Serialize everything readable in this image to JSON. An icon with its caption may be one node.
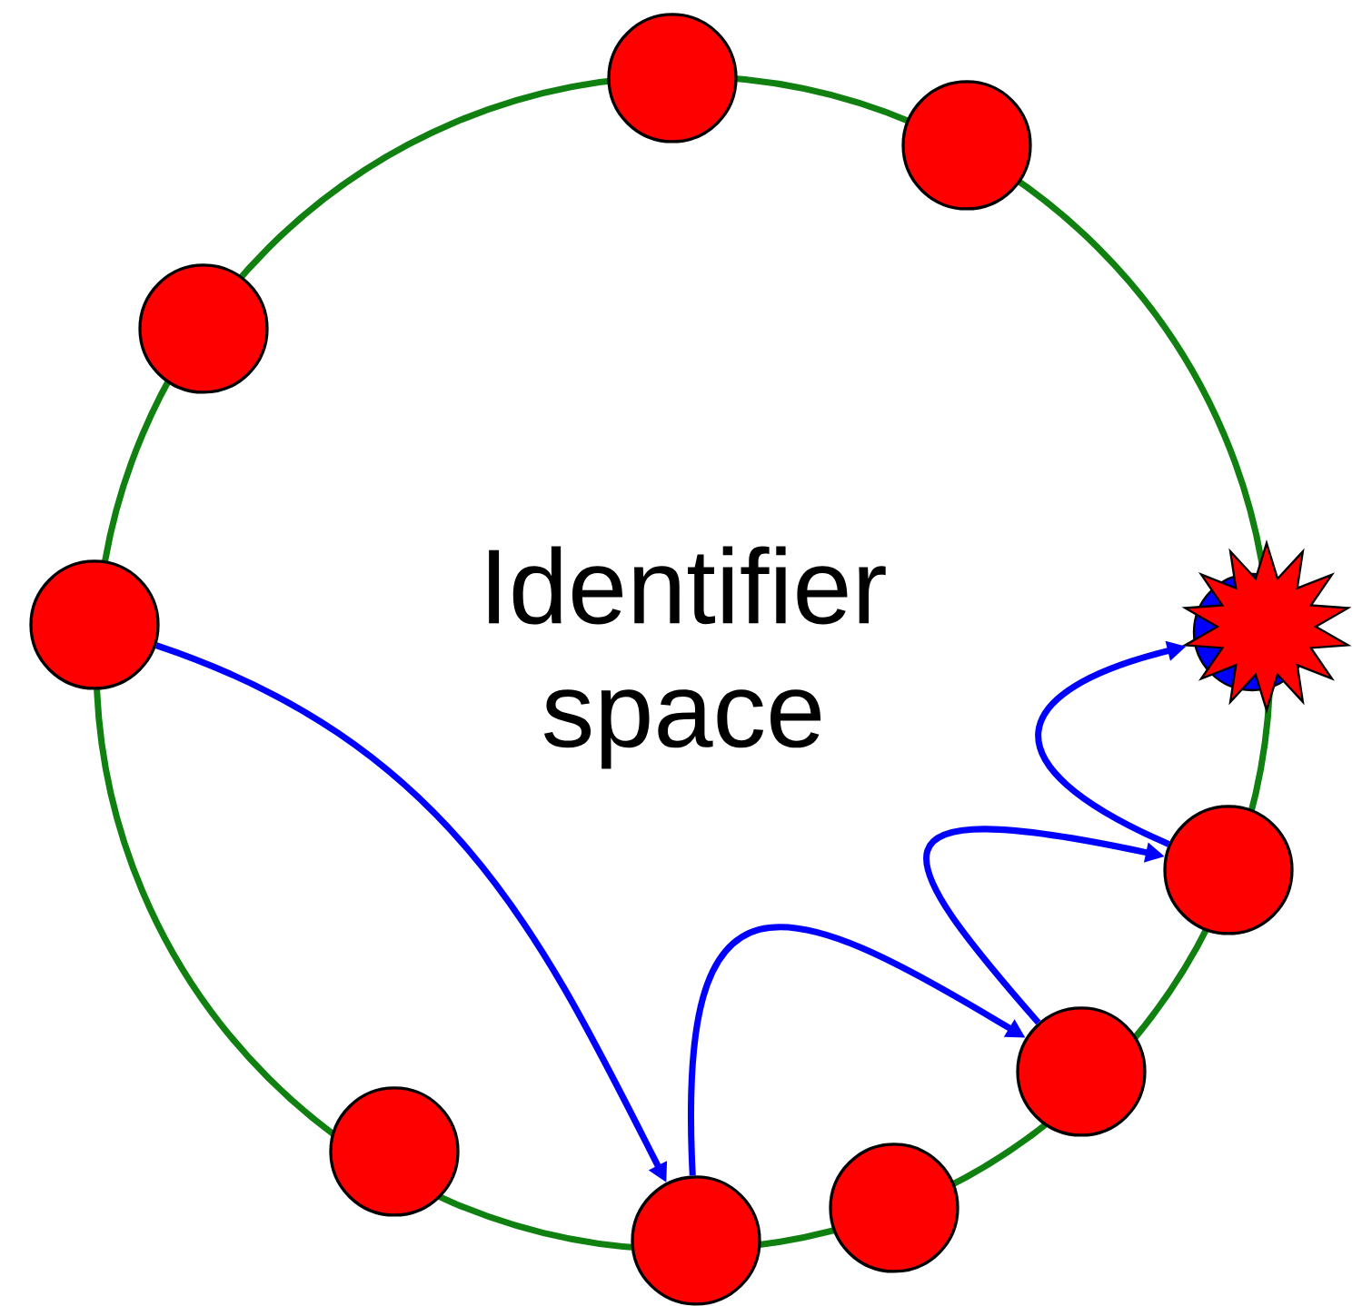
{
  "diagram": {
    "nodes": [
      {
        "text": [],
        "shape": "circle"
      },
      {
        "text": [],
        "shape": "circle"
      },
      {
        "text": [],
        "shape": "circle"
      },
      {
        "text": [],
        "shape": "circle"
      },
      {
        "text": [],
        "shape": "star"
      },
      {
        "text": [],
        "shape": "circle"
      },
      {
        "text": [],
        "shape": "circle"
      },
      {
        "text": [],
        "shape": "circle"
      },
      {
        "text": [],
        "shape": "circle"
      },
      {
        "text": [],
        "shape": "circle"
      }
    ],
    "edges": [
      {
        "from": 3,
        "to": 9,
        "arrow": "to"
      },
      {
        "from": 9,
        "to": 6,
        "arrow": "to"
      },
      {
        "from": 6,
        "to": 5,
        "arrow": "to"
      },
      {
        "from": 5,
        "to": 4,
        "arrow": "to"
      }
    ],
    "labels": [
      "Identifier space"
    ]
  }
}
